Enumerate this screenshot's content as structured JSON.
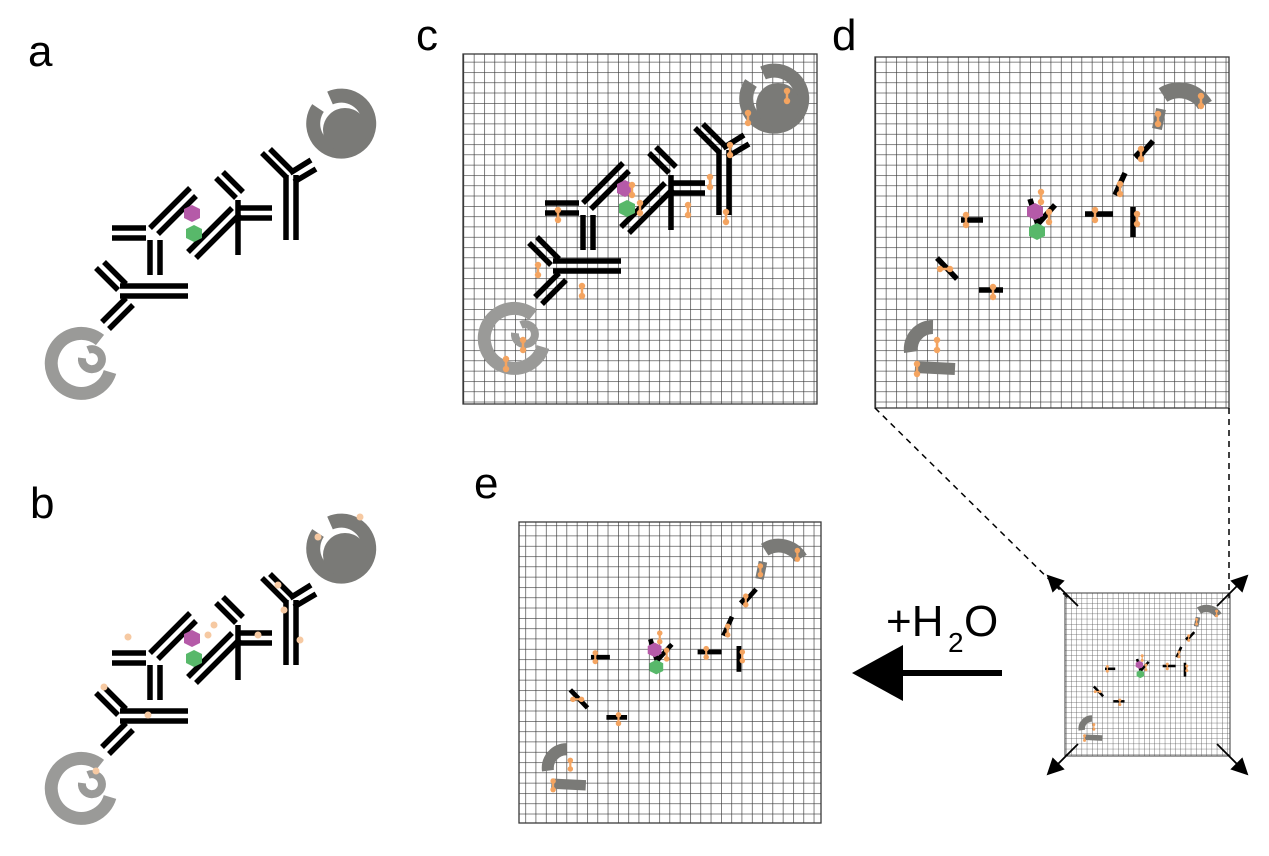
{
  "figure": {
    "panels": [
      {
        "id": "a",
        "label": "a"
      },
      {
        "id": "b",
        "label": "b"
      },
      {
        "id": "c",
        "label": "c"
      },
      {
        "id": "d",
        "label": "d"
      },
      {
        "id": "e",
        "label": "e"
      }
    ],
    "transition": {
      "prefix": "+H",
      "subscript": "2",
      "suffix": "O"
    },
    "colors": {
      "molecule_bar": "#000000",
      "coil": "#7a7a77",
      "coil_light": "#9a9a98",
      "crosslink": "#f4a460",
      "crosslink_faint": "#f6c9a2",
      "magenta_group": "#b55aa8",
      "green_group": "#58b86a",
      "grid_line": "#3a3a3a"
    },
    "icons": {
      "arrow": "left-arrow-icon",
      "expansion": "diagonal-expansion-arrows-icon"
    }
  }
}
